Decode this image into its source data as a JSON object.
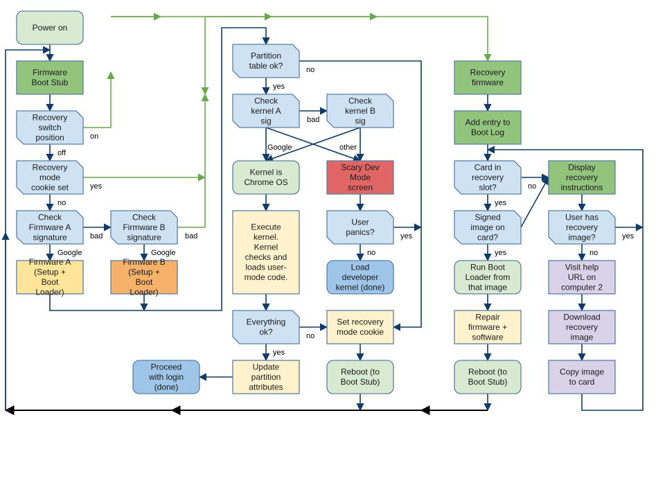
{
  "colors": {
    "blue": "#cfe2f3",
    "green": "#d9ead3",
    "dark_green": "#93c47d",
    "yellow": "#fff2cc",
    "gold": "#ffe599",
    "orange": "#f6b26b",
    "red": "#e06666",
    "mid_blue": "#9fc5e8",
    "purple": "#d9d2e9",
    "line_navy": "#103b66",
    "line_green": "#6aa84f",
    "line_black": "#000000"
  },
  "nodes": [
    {
      "id": "power-on",
      "shape": "rounded",
      "fill": "green",
      "lines": [
        "Power on"
      ]
    },
    {
      "id": "firmware-boot-stub",
      "shape": "rect",
      "fill": "dark_green",
      "lines": [
        "Firmware",
        "Boot Stub"
      ]
    },
    {
      "id": "recovery-switch-position",
      "shape": "decision",
      "fill": "blue",
      "lines": [
        "Recovery",
        "switch",
        "position"
      ]
    },
    {
      "id": "recovery-mode-cookie-set",
      "shape": "decision",
      "fill": "blue",
      "lines": [
        "Recovery",
        "mode",
        "cookie set"
      ]
    },
    {
      "id": "check-firmware-a-signature",
      "shape": "decision",
      "fill": "blue",
      "lines": [
        "Check",
        "Firmware A",
        "signature"
      ]
    },
    {
      "id": "check-firmware-b-signature",
      "shape": "decision",
      "fill": "blue",
      "lines": [
        "Check",
        "Firmware B",
        "signature"
      ]
    },
    {
      "id": "firmware-a",
      "shape": "rect",
      "fill": "gold",
      "lines": [
        "Firmware A",
        "(Setup +",
        "Boot",
        "Loader)"
      ]
    },
    {
      "id": "firmware-b",
      "shape": "rect",
      "fill": "orange",
      "lines": [
        "Firmware B",
        "(Setup +",
        "Boot",
        "Loader)"
      ]
    },
    {
      "id": "partition-table-ok",
      "shape": "decision",
      "fill": "blue",
      "lines": [
        "Partition",
        "table ok?"
      ]
    },
    {
      "id": "check-kernel-a-sig",
      "shape": "decision",
      "fill": "blue",
      "lines": [
        "Check",
        "kernel A",
        "sig"
      ]
    },
    {
      "id": "check-kernel-b-sig",
      "shape": "decision",
      "fill": "blue",
      "lines": [
        "Check",
        "kernel B",
        "sig"
      ]
    },
    {
      "id": "kernel-is-chrome-os",
      "shape": "rounded",
      "fill": "green",
      "lines": [
        "Kernel is",
        "Chrome OS"
      ]
    },
    {
      "id": "scary-dev-mode-screen",
      "shape": "rect",
      "fill": "red",
      "lines": [
        "Scary Dev",
        "Mode",
        "screen"
      ]
    },
    {
      "id": "execute-kernel",
      "shape": "rect",
      "fill": "yellow",
      "lines": [
        "Execute",
        "kernel.",
        "Kernel",
        "checks and",
        "loads user-",
        "mode code."
      ]
    },
    {
      "id": "user-panics",
      "shape": "decision",
      "fill": "blue",
      "lines": [
        "User",
        "panics?"
      ]
    },
    {
      "id": "load-developer-kernel",
      "shape": "rounded",
      "fill": "mid_blue",
      "lines": [
        "Load",
        "developer",
        "kernel (done)"
      ]
    },
    {
      "id": "everything-ok",
      "shape": "decision",
      "fill": "blue",
      "lines": [
        "Everything",
        "ok?"
      ]
    },
    {
      "id": "set-recovery-mode-cookie",
      "shape": "rect",
      "fill": "yellow",
      "lines": [
        "Set recovery",
        "mode cookie"
      ]
    },
    {
      "id": "proceed-with-login",
      "shape": "rounded",
      "fill": "mid_blue",
      "lines": [
        "Proceed",
        "with login",
        "(done)"
      ]
    },
    {
      "id": "update-partition-attributes",
      "shape": "rect",
      "fill": "yellow",
      "lines": [
        "Update",
        "partition",
        "attributes"
      ]
    },
    {
      "id": "reboot-to-boot-stub-1",
      "shape": "rounded",
      "fill": "green",
      "lines": [
        "Reboot (to",
        "Boot Stub)"
      ]
    },
    {
      "id": "recovery-firmware",
      "shape": "rect",
      "fill": "dark_green",
      "lines": [
        "Recovery",
        "firmware"
      ]
    },
    {
      "id": "add-entry-to-boot-log",
      "shape": "rect",
      "fill": "dark_green",
      "lines": [
        "Add entry to",
        "Boot Log"
      ]
    },
    {
      "id": "card-in-recovery-slot",
      "shape": "decision",
      "fill": "blue",
      "lines": [
        "Card in",
        "recovery",
        "slot?"
      ]
    },
    {
      "id": "display-recovery-instructions",
      "shape": "rect",
      "fill": "dark_green",
      "lines": [
        "Display",
        "recovery",
        "instructions"
      ]
    },
    {
      "id": "signed-image-on-card",
      "shape": "decision",
      "fill": "blue",
      "lines": [
        "Signed",
        "image on",
        "card?"
      ]
    },
    {
      "id": "user-has-recovery-image",
      "shape": "decision",
      "fill": "blue",
      "lines": [
        "User has",
        "recovery",
        "image?"
      ]
    },
    {
      "id": "run-boot-loader",
      "shape": "rounded",
      "fill": "green",
      "lines": [
        "Run Boot",
        "Loader from",
        "that image"
      ]
    },
    {
      "id": "visit-help-url",
      "shape": "rect",
      "fill": "purple",
      "lines": [
        "Visit help",
        "URL on",
        "computer 2"
      ]
    },
    {
      "id": "repair-firmware-software",
      "shape": "rect",
      "fill": "yellow",
      "lines": [
        "Repair",
        "firmware +",
        "software"
      ]
    },
    {
      "id": "download-recovery-image",
      "shape": "rect",
      "fill": "purple",
      "lines": [
        "Download",
        "recovery",
        "image"
      ]
    },
    {
      "id": "reboot-to-boot-stub-2",
      "shape": "rounded",
      "fill": "green",
      "lines": [
        "Reboot (to",
        "Boot Stub)"
      ]
    },
    {
      "id": "copy-image-to-card",
      "shape": "rect",
      "fill": "purple",
      "lines": [
        "Copy image",
        "to card"
      ]
    }
  ],
  "labels": [
    {
      "id": "on",
      "text": "on"
    },
    {
      "id": "off",
      "text": "off"
    },
    {
      "id": "yes-cookie",
      "text": "yes"
    },
    {
      "id": "no-cookie",
      "text": "no"
    },
    {
      "id": "bad-a",
      "text": "bad"
    },
    {
      "id": "google-a",
      "text": "Google"
    },
    {
      "id": "bad-b",
      "text": "bad"
    },
    {
      "id": "google-b",
      "text": "Google"
    },
    {
      "id": "no-partition",
      "text": "no"
    },
    {
      "id": "yes-partition",
      "text": "yes"
    },
    {
      "id": "bad-kernel",
      "text": "bad"
    },
    {
      "id": "google-kernel",
      "text": "Google"
    },
    {
      "id": "other-kernel",
      "text": "other"
    },
    {
      "id": "yes-panics",
      "text": "yes"
    },
    {
      "id": "no-panics",
      "text": "no"
    },
    {
      "id": "no-everything",
      "text": "no"
    },
    {
      "id": "yes-everything",
      "text": "yes"
    },
    {
      "id": "no-card",
      "text": "no"
    },
    {
      "id": "yes-card",
      "text": "yes"
    },
    {
      "id": "yes-signed",
      "text": "yes"
    },
    {
      "id": "yes-user",
      "text": "yes"
    },
    {
      "id": "no-user",
      "text": "no"
    }
  ]
}
